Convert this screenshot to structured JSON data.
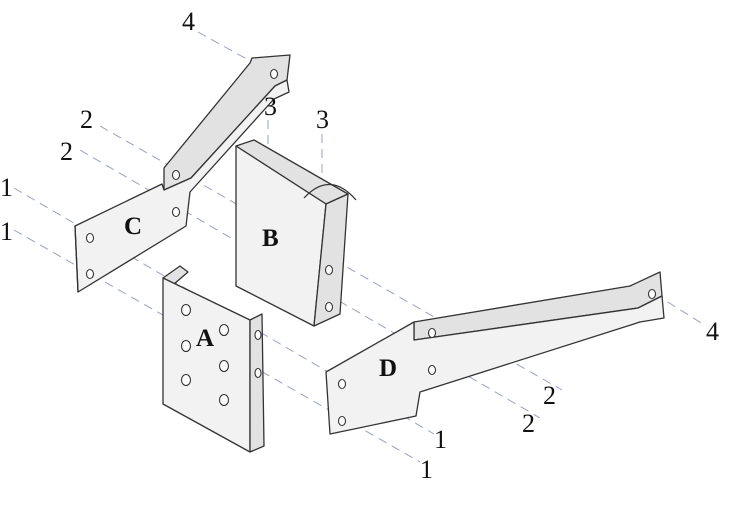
{
  "parts": {
    "a": "A",
    "b": "B",
    "c": "C",
    "d": "D"
  },
  "callouts": {
    "top_4": "4",
    "b_left_3": "3",
    "b_right_3": "3",
    "left_2_upper": "2",
    "left_2_lower": "2",
    "left_1_upper": "1",
    "left_1_lower": "1",
    "right_4": "4",
    "right_2_upper": "2",
    "right_2_lower": "2",
    "right_1_upper": "1",
    "right_1_lower": "1"
  }
}
